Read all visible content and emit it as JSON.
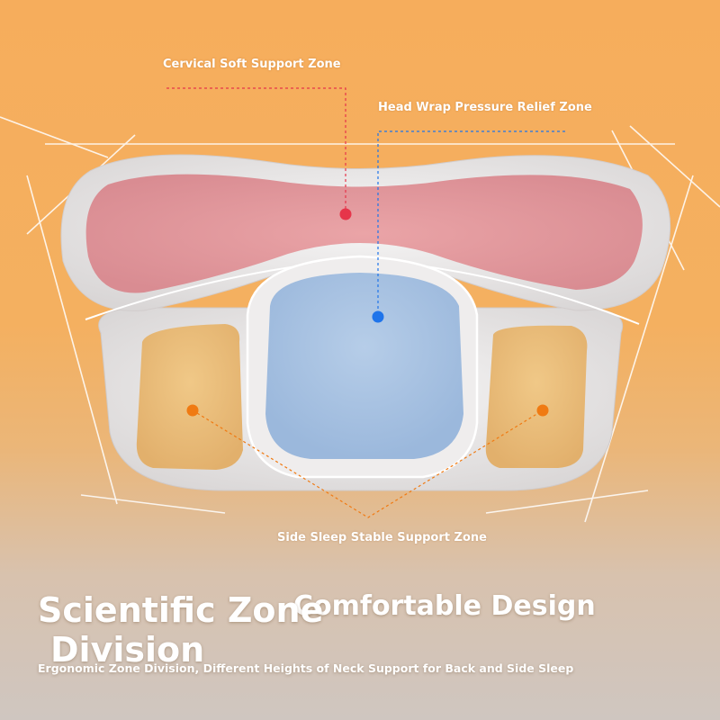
{
  "labels": {
    "cervical": "Cervical Soft Support Zone",
    "head": "Head Wrap Pressure Relief Zone",
    "side": "Side Sleep Stable Support Zone"
  },
  "headline": {
    "left_line1": "Scientific Zone",
    "left_line2": "Division",
    "right": "Comfortable Design",
    "subtitle": "Ergonomic Zone Division, Different Heights of Neck Support for Back and Side Sleep"
  },
  "colors": {
    "background_top": "#f6ad5c",
    "background_bottom": "#cfc6c0",
    "pillow_shell": "#eceaea",
    "cervical_zone": "#e2979c",
    "head_zone": "#a7c1e0",
    "side_zone": "#e9bd7c",
    "cervical_marker": "#e6354a",
    "head_marker": "#1f74ea",
    "side_marker": "#f07a12"
  },
  "icons": {
    "cervical_marker": "red-dot-marker",
    "head_marker": "blue-dot-marker",
    "side_marker": "orange-dot-marker"
  }
}
